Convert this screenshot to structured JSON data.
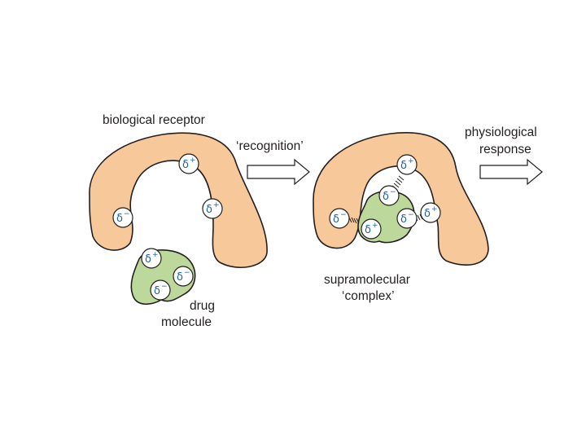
{
  "labels": {
    "biological_receptor": "biological receptor",
    "recognition": "‘recognition’",
    "physiological": "physiological",
    "response": "response",
    "drug": "drug",
    "molecule": "molecule",
    "supramolecular": "supramolecular",
    "complex": "‘complex’"
  },
  "charges": {
    "delta": "δ",
    "plus": "+",
    "minus": "−"
  },
  "colors": {
    "receptor": "#f7c99a",
    "drug": "#bcd89a",
    "charge_text": "#1f5fa6"
  }
}
